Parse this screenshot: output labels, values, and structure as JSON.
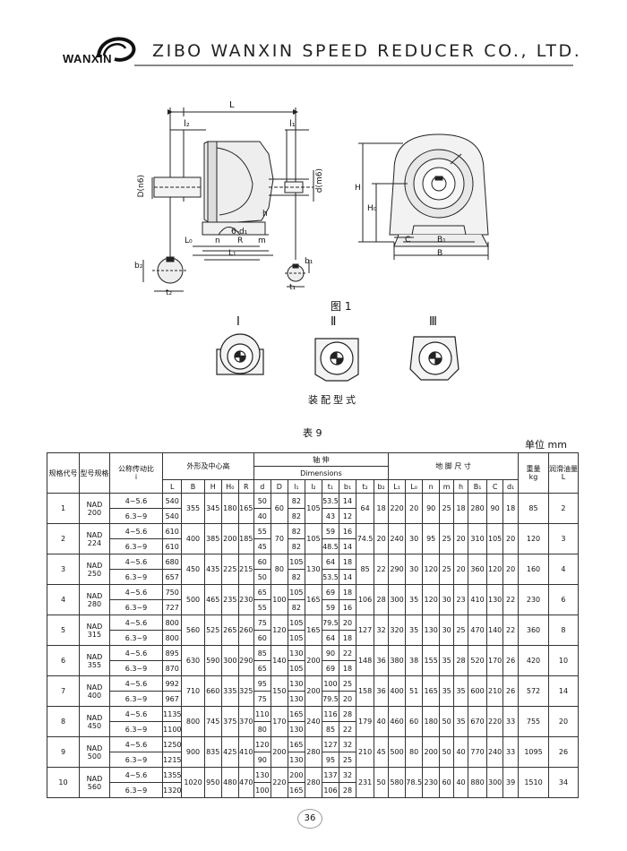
{
  "header": {
    "logo_text": "WANXIN",
    "company": "ZIBO WANXIN SPEED REDUCER CO., LTD."
  },
  "figure": {
    "caption": "图 1",
    "dims": {
      "L": "L",
      "l2": "l₂",
      "l1": "l₁",
      "D": "D(n6)",
      "d": "d(m6)",
      "h": "h",
      "L0": "L₀",
      "n": "n",
      "six_d1": "6-d₁",
      "R": "R",
      "m": "m",
      "L1": "L₁",
      "b2": "b₂",
      "t2": "t₂",
      "b1": "b₁",
      "t1": "t₁",
      "H": "H",
      "H0": "H₀",
      "C": "C",
      "B1": "B₁",
      "B": "B"
    }
  },
  "assembly": {
    "labels": [
      "Ⅰ",
      "Ⅱ",
      "Ⅲ"
    ],
    "caption": "装配型式"
  },
  "table": {
    "caption": "表 9",
    "unit": "单位   mm",
    "head": {
      "spec_code": "规格代号",
      "model": "型号规格",
      "ratio": "公称传动比",
      "ratio_sym": "i",
      "group_outline": "外形及中心高",
      "group_shaft": "轴        伸",
      "group_shaft_en": "Dimensions",
      "group_foot": "地  脚  尺  寸",
      "weight": "重量",
      "weight_unit": "kg",
      "oil": "润滑油量",
      "oil_unit": "L",
      "cols": [
        "L",
        "B",
        "H",
        "H₀",
        "R",
        "d",
        "D",
        "l₁",
        "l₂",
        "t₁",
        "b₁",
        "t₂",
        "b₂",
        "L₁",
        "L₀",
        "n",
        "m",
        "h",
        "B₁",
        "C",
        "d₁"
      ]
    },
    "ratio_ranges": [
      "4~5.6",
      "6.3~9"
    ],
    "rows": [
      {
        "code": "1",
        "model": [
          "NAD",
          "200"
        ],
        "L": [
          "540",
          "540"
        ],
        "B": "355",
        "H": "345",
        "H0": "180",
        "R": "165",
        "d": [
          "50",
          "40"
        ],
        "D": "60",
        "l1": [
          "82",
          "82"
        ],
        "l2": "105",
        "t1": [
          "53.5",
          "43"
        ],
        "b1": [
          "14",
          "12"
        ],
        "t2": "64",
        "b2": "18",
        "L1": "220",
        "L0": "20",
        "n": "90",
        "m": "25",
        "h": "18",
        "B1": "280",
        "C": "90",
        "d1": "18",
        "kg": "85",
        "oil": "2"
      },
      {
        "code": "2",
        "model": [
          "NAD",
          "224"
        ],
        "L": [
          "610",
          "610"
        ],
        "B": "400",
        "H": "385",
        "H0": "200",
        "R": "185",
        "d": [
          "55",
          "45"
        ],
        "D": "70",
        "l1": [
          "82",
          "82"
        ],
        "l2": "105",
        "t1": [
          "59",
          "48.5"
        ],
        "b1": [
          "16",
          "14"
        ],
        "t2": "74.5",
        "b2": "20",
        "L1": "240",
        "L0": "30",
        "n": "95",
        "m": "25",
        "h": "20",
        "B1": "310",
        "C": "105",
        "d1": "20",
        "kg": "120",
        "oil": "3"
      },
      {
        "code": "3",
        "model": [
          "NAD",
          "250"
        ],
        "L": [
          "680",
          "657"
        ],
        "B": "450",
        "H": "435",
        "H0": "225",
        "R": "215",
        "d": [
          "60",
          "50"
        ],
        "D": "80",
        "l1": [
          "105",
          "82"
        ],
        "l2": "130",
        "t1": [
          "64",
          "53.5"
        ],
        "b1": [
          "18",
          "14"
        ],
        "t2": "85",
        "b2": "22",
        "L1": "290",
        "L0": "30",
        "n": "120",
        "m": "25",
        "h": "20",
        "B1": "360",
        "C": "120",
        "d1": "20",
        "kg": "160",
        "oil": "4"
      },
      {
        "code": "4",
        "model": [
          "NAD",
          "280"
        ],
        "L": [
          "750",
          "727"
        ],
        "B": "500",
        "H": "465",
        "H0": "235",
        "R": "230",
        "d": [
          "65",
          "55"
        ],
        "D": "100",
        "l1": [
          "105",
          "82"
        ],
        "l2": "165",
        "t1": [
          "69",
          "59"
        ],
        "b1": [
          "18",
          "16"
        ],
        "t2": "106",
        "b2": "28",
        "L1": "300",
        "L0": "35",
        "n": "120",
        "m": "30",
        "h": "23",
        "B1": "410",
        "C": "130",
        "d1": "22",
        "kg": "230",
        "oil": "6"
      },
      {
        "code": "5",
        "model": [
          "NAD",
          "315"
        ],
        "L": [
          "800",
          "800"
        ],
        "B": "560",
        "H": "525",
        "H0": "265",
        "R": "260",
        "d": [
          "75",
          "60"
        ],
        "D": "120",
        "l1": [
          "105",
          "105"
        ],
        "l2": "165",
        "t1": [
          "79.5",
          "64"
        ],
        "b1": [
          "20",
          "18"
        ],
        "t2": "127",
        "b2": "32",
        "L1": "320",
        "L0": "35",
        "n": "130",
        "m": "30",
        "h": "25",
        "B1": "470",
        "C": "140",
        "d1": "22",
        "kg": "360",
        "oil": "8"
      },
      {
        "code": "6",
        "model": [
          "NAD",
          "355"
        ],
        "L": [
          "895",
          "870"
        ],
        "B": "630",
        "H": "590",
        "H0": "300",
        "R": "290",
        "d": [
          "85",
          "65"
        ],
        "D": "140",
        "l1": [
          "130",
          "105"
        ],
        "l2": "200",
        "t1": [
          "90",
          "69"
        ],
        "b1": [
          "22",
          "18"
        ],
        "t2": "148",
        "b2": "36",
        "L1": "380",
        "L0": "38",
        "n": "155",
        "m": "35",
        "h": "28",
        "B1": "520",
        "C": "170",
        "d1": "26",
        "kg": "420",
        "oil": "10"
      },
      {
        "code": "7",
        "model": [
          "NAD",
          "400"
        ],
        "L": [
          "992",
          "967"
        ],
        "B": "710",
        "H": "660",
        "H0": "335",
        "R": "325",
        "d": [
          "95",
          "75"
        ],
        "D": "150",
        "l1": [
          "130",
          "130"
        ],
        "l2": "200",
        "t1": [
          "100",
          "79.5"
        ],
        "b1": [
          "25",
          "20"
        ],
        "t2": "158",
        "b2": "36",
        "L1": "400",
        "L0": "51",
        "n": "165",
        "m": "35",
        "h": "35",
        "B1": "600",
        "C": "210",
        "d1": "26",
        "kg": "572",
        "oil": "14"
      },
      {
        "code": "8",
        "model": [
          "NAD",
          "450"
        ],
        "L": [
          "1135",
          "1100"
        ],
        "B": "800",
        "H": "745",
        "H0": "375",
        "R": "370",
        "d": [
          "110",
          "80"
        ],
        "D": "170",
        "l1": [
          "165",
          "130"
        ],
        "l2": "240",
        "t1": [
          "116",
          "85"
        ],
        "b1": [
          "28",
          "22"
        ],
        "t2": "179",
        "b2": "40",
        "L1": "460",
        "L0": "60",
        "n": "180",
        "m": "50",
        "h": "35",
        "B1": "670",
        "C": "220",
        "d1": "33",
        "kg": "755",
        "oil": "20"
      },
      {
        "code": "9",
        "model": [
          "NAD",
          "500"
        ],
        "L": [
          "1250",
          "1215"
        ],
        "B": "900",
        "H": "835",
        "H0": "425",
        "R": "410",
        "d": [
          "120",
          "90"
        ],
        "D": "200",
        "l1": [
          "165",
          "130"
        ],
        "l2": "280",
        "t1": [
          "127",
          "95"
        ],
        "b1": [
          "32",
          "25"
        ],
        "t2": "210",
        "b2": "45",
        "L1": "500",
        "L0": "80",
        "n": "200",
        "m": "50",
        "h": "40",
        "B1": "770",
        "C": "240",
        "d1": "33",
        "kg": "1095",
        "oil": "26"
      },
      {
        "code": "10",
        "model": [
          "NAD",
          "560"
        ],
        "L": [
          "1355",
          "1320"
        ],
        "B": "1020",
        "H": "950",
        "H0": "480",
        "R": "470",
        "d": [
          "130",
          "100"
        ],
        "D": "220",
        "l1": [
          "200",
          "165"
        ],
        "l2": "280",
        "t1": [
          "137",
          "106"
        ],
        "b1": [
          "32",
          "28"
        ],
        "t2": "231",
        "b2": "50",
        "L1": "580",
        "L0": "78.5",
        "n": "230",
        "m": "60",
        "h": "40",
        "B1": "880",
        "C": "300",
        "d1": "39",
        "kg": "1510",
        "oil": "34"
      }
    ]
  },
  "page_number": "36"
}
